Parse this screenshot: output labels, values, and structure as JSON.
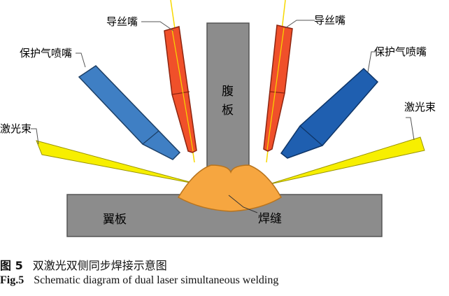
{
  "labels": {
    "wire_nozzle_left": "导丝嘴",
    "wire_nozzle_right": "导丝嘴",
    "shield_nozzle_left": "保护气喷嘴",
    "shield_nozzle_right": "保护气喷嘴",
    "laser_left": "激光束",
    "laser_right": "激光束",
    "web_plate_char1": "腹",
    "web_plate_char2": "板",
    "flange_plate": "翼板",
    "weld_seam": "焊缝"
  },
  "caption": {
    "cn_number": "图 5",
    "cn_text": "双激光双侧同步焊接示意图",
    "en_number": "Fig.5",
    "en_text": "Schematic diagram of dual laser simultaneous welding"
  },
  "colors": {
    "plate": "#8c8c8c",
    "weld": "#f6a640",
    "wire_nozzle": "#f0502a",
    "shield_left": "#3f7fc4",
    "shield_right": "#1f5fb0",
    "laser": "#f7ef00",
    "wire": "#f7d800"
  }
}
